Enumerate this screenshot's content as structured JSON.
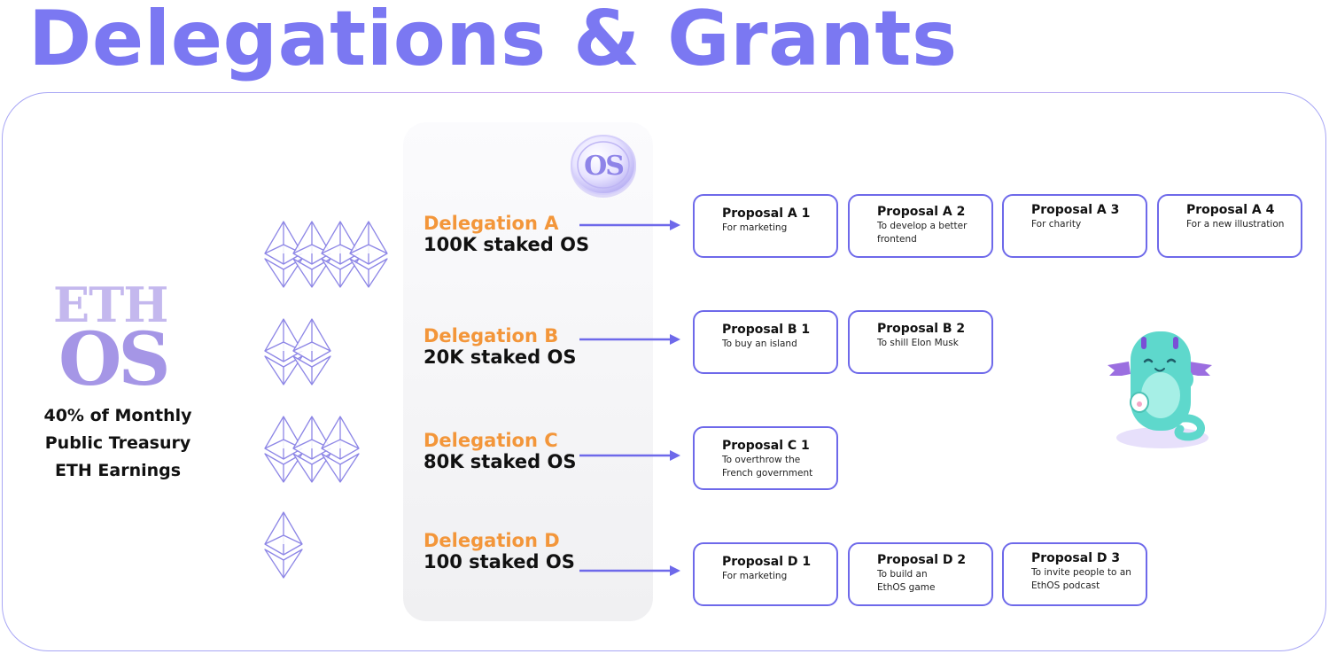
{
  "title": "Delegations & Grants",
  "logo": {
    "line1": "ETH",
    "line2": "OS"
  },
  "treasury": {
    "line1": "40% of Monthly",
    "line2": "Public Treasury",
    "line3": "ETH Earnings"
  },
  "token": {
    "symbol": "OS"
  },
  "delegations": [
    {
      "name": "Delegation A",
      "stake": "100K staked OS",
      "eth_icons": 4,
      "proposals": [
        {
          "title": "Proposal A 1",
          "desc": "For marketing"
        },
        {
          "title": "Proposal A 2",
          "desc": "To develop a better frontend"
        },
        {
          "title": "Proposal A 3",
          "desc": "For charity"
        },
        {
          "title": "Proposal A 4",
          "desc": "For a new illustration"
        }
      ]
    },
    {
      "name": "Delegation B",
      "stake": "20K staked OS",
      "eth_icons": 2,
      "proposals": [
        {
          "title": "Proposal B 1",
          "desc": "To buy an island"
        },
        {
          "title": "Proposal B 2",
          "desc": "To shill Elon Musk"
        }
      ]
    },
    {
      "name": "Delegation C",
      "stake": "80K staked OS",
      "eth_icons": 3,
      "proposals": [
        {
          "title": "Proposal C 1",
          "desc": "To overthrow the French government"
        }
      ]
    },
    {
      "name": "Delegation D",
      "stake": "100 staked OS",
      "eth_icons": 1,
      "proposals": [
        {
          "title": "Proposal D 1",
          "desc": "For marketing"
        },
        {
          "title": "Proposal D 2",
          "desc": "To build an EthOS game"
        },
        {
          "title": "Proposal D 3",
          "desc": "To invite people to an EthOS podcast"
        }
      ]
    }
  ],
  "colors": {
    "title": "#7b78f2",
    "accent": "#6e69ea",
    "delegation_name": "#f3963a",
    "eth_stroke": "#8d86e6",
    "mascot": "#5ed8cc"
  },
  "icons": {
    "eth": "ethereum-diamond-icon",
    "coin": "os-coin-icon",
    "mascot": "dragon-mascot-icon",
    "arrow": "arrow-right-icon"
  }
}
